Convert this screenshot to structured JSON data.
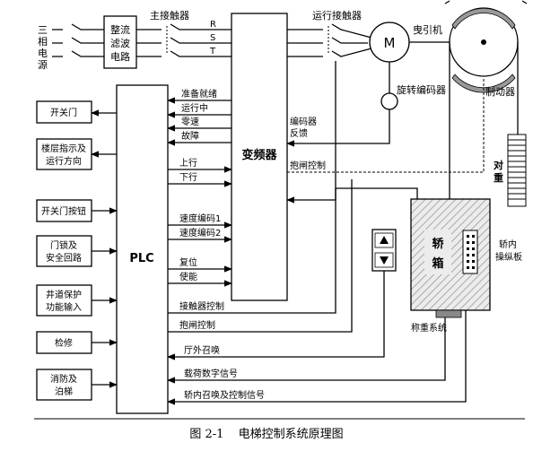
{
  "supply": {
    "label_chars": [
      "三",
      "相",
      "电",
      "源"
    ]
  },
  "rectifier": {
    "lines": [
      "整流",
      "滤波",
      "电路"
    ]
  },
  "contactors": {
    "main": "主接触器",
    "run": "运行接触器"
  },
  "phases": [
    "R",
    "S",
    "T"
  ],
  "inverter": {
    "label": "变频器"
  },
  "motor": {
    "symbol": "M",
    "traction_label": "曳引机",
    "encoder_label": "旋转编码器",
    "brake_label": "制动器"
  },
  "plc": {
    "label": "PLC"
  },
  "inverter_outputs": [
    "准备就绪",
    "运行中",
    "零速",
    "故障"
  ],
  "plc_to_inverter": [
    "上行",
    "下行",
    "速度编码1",
    "速度编码2",
    "复位",
    "使能"
  ],
  "encoder_feedback": [
    "编码器",
    "反馈"
  ],
  "brake_control": "抱闸控制",
  "plc_outputs": {
    "contactor_control": "接触器控制",
    "brake_control": "抱闸控制"
  },
  "plc_inputs": {
    "hall_call": "厅外召唤",
    "load_signal": "载荷数字信号",
    "car_call": "轿内召唤及控制信号"
  },
  "left_boxes": [
    [
      "开关门"
    ],
    [
      "楼层指示及",
      "运行方向"
    ],
    [
      "开关门按钮"
    ],
    [
      "门锁及",
      "安全回路"
    ],
    [
      "井道保护",
      "功能输入"
    ],
    [
      "检修"
    ],
    [
      "消防及",
      "泊梯"
    ]
  ],
  "counterweight": [
    "对",
    "重"
  ],
  "car": {
    "label": [
      "轿",
      "箱"
    ],
    "panel_label": [
      "轿内",
      "操纵板"
    ],
    "weighing": "称重系统"
  },
  "caption": {
    "number": "图 2-1",
    "title": "电梯控制系统原理图"
  }
}
